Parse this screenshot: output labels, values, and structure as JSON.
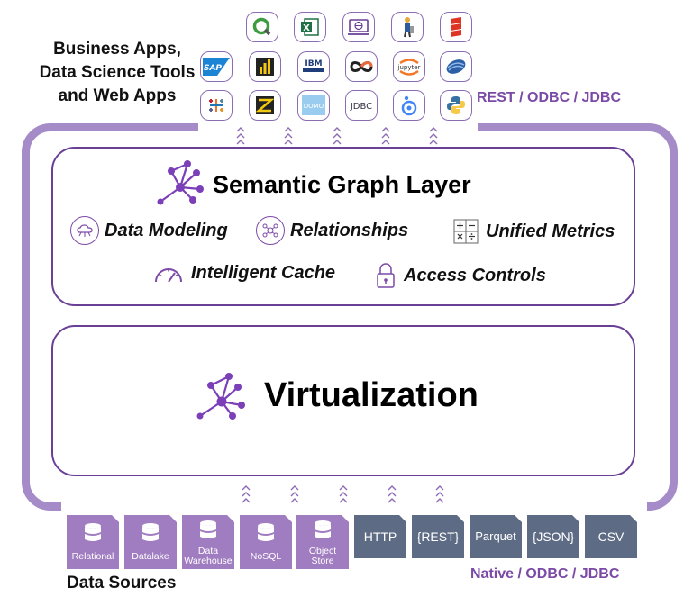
{
  "apps_label": [
    "Business Apps,",
    "Data Science Tools",
    "and Web Apps"
  ],
  "top_protocols": "REST / ODBC / JDBC",
  "app_icons": [
    {
      "icon": "qlik-icon",
      "text": ""
    },
    {
      "icon": "excel-icon",
      "text": "X"
    },
    {
      "icon": "web-app-icon",
      "text": ""
    },
    {
      "icon": "data-scientist-icon",
      "text": ""
    },
    {
      "icon": "scala-icon",
      "text": ""
    },
    {
      "icon": "sap-icon",
      "text": "SAP"
    },
    {
      "icon": "power-bi-icon",
      "text": ""
    },
    {
      "icon": "ibm-cognos-icon",
      "text": "IBM"
    },
    {
      "icon": "infinity-icon",
      "text": ""
    },
    {
      "icon": "jupyter-icon",
      "text": "jupyter"
    },
    {
      "icon": "databricks-icon",
      "text": ""
    },
    {
      "icon": "tableau-icon",
      "text": ""
    },
    {
      "icon": "alteryx-icon",
      "text": ""
    },
    {
      "icon": "domo-icon",
      "text": "DOMO"
    },
    {
      "icon": "jdbc-icon",
      "text": "JDBC"
    },
    {
      "icon": "looker-icon",
      "text": ""
    },
    {
      "icon": "python-icon",
      "text": ""
    }
  ],
  "semantic_layer": {
    "title": "Semantic Graph Layer",
    "features": [
      {
        "label": "Data Modeling",
        "icon": "cloud-network-icon"
      },
      {
        "label": "Relationships",
        "icon": "relationships-icon"
      },
      {
        "label": "Unified Metrics",
        "icon": "calculator-icon"
      },
      {
        "label": "Intelligent Cache",
        "icon": "speedometer-icon"
      },
      {
        "label": "Access Controls",
        "icon": "padlock-icon"
      }
    ]
  },
  "virtualization": {
    "title": "Virtualization"
  },
  "data_sources": {
    "label": "Data Sources",
    "databases": [
      "Relational",
      "Datalake",
      "Data Warehouse",
      "NoSQL",
      "Object Store"
    ],
    "formats": [
      "HTTP",
      "{REST}",
      "Parquet",
      "{JSON}",
      "CSV"
    ]
  },
  "bottom_protocols": "Native / ODBC / JDBC",
  "colors": {
    "purple": "#6a3f96",
    "frame": "#a58cc8",
    "db_tile": "#a07cc0",
    "format_tile": "#5d6b85",
    "protocol_text": "#7a4aa6"
  }
}
